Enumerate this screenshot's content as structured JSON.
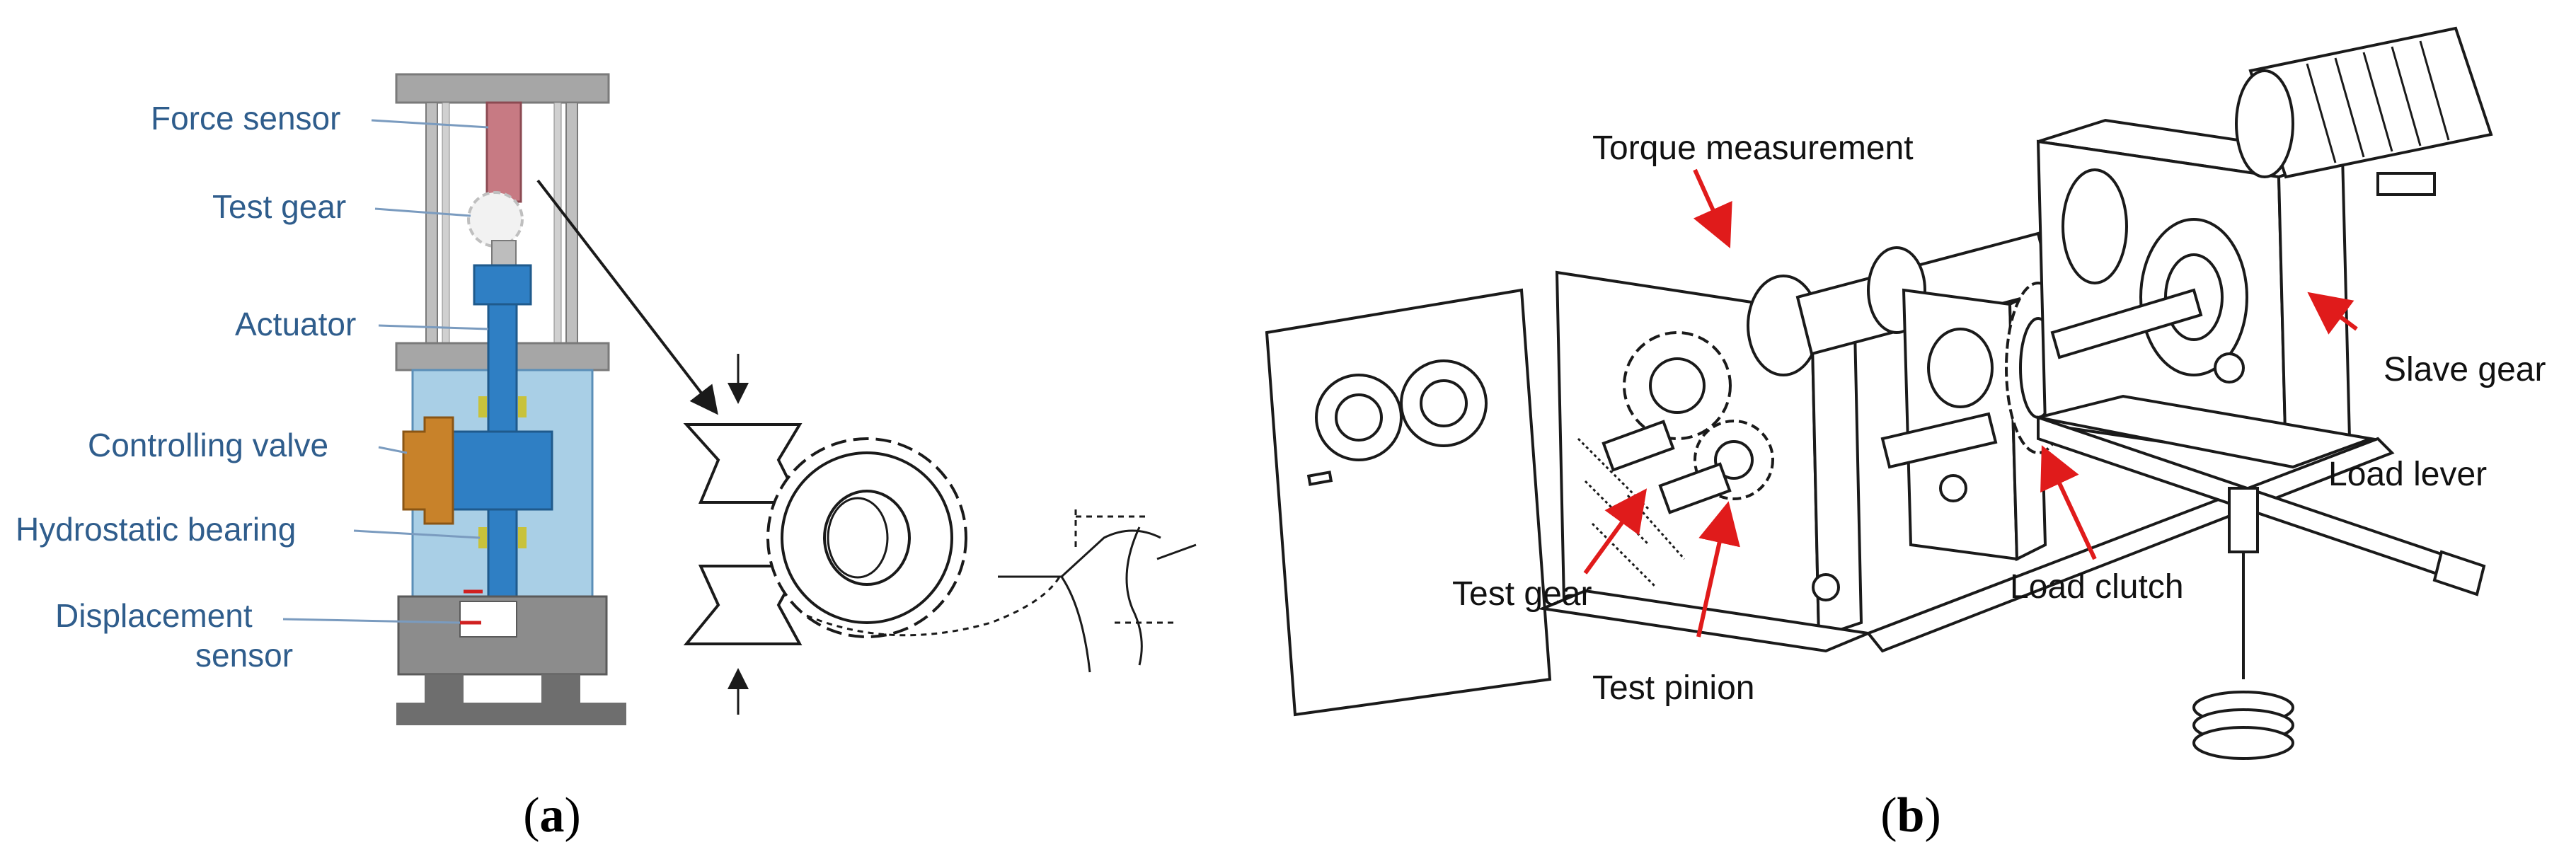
{
  "panel_a": {
    "labels": {
      "force_sensor": "Force sensor",
      "test_gear": "Test gear",
      "actuator": "Actuator",
      "controlling_valve": "Controlling valve",
      "hydrostatic_bearing": "Hydrostatic bearing",
      "displacement_sensor_line1": "Displacement",
      "displacement_sensor_line2": "sensor"
    },
    "caption_open": "(",
    "caption_letter": "a",
    "caption_close": ")",
    "colors": {
      "label": "#2f5d8c",
      "frame": "#a6a6a6",
      "frame_dark": "#7a7a7a",
      "actuator_fluid": "#a9cfe6",
      "actuator_rod": "#2f7fc4",
      "valve": "#c8822a",
      "force_sensor": "#c77a83",
      "bearing": "#c8c23b"
    }
  },
  "panel_b": {
    "labels": {
      "torque_measurement": "Torque measurement",
      "slave_gear": "Slave gear",
      "load_lever": "Load lever",
      "test_gear": "Test gear",
      "load_clutch": "Load clutch",
      "test_pinion": "Test pinion"
    },
    "caption_open": "(",
    "caption_letter": "b",
    "caption_close": ")",
    "colors": {
      "arrow": "#e01b1b",
      "line": "#1a1a1a"
    }
  }
}
